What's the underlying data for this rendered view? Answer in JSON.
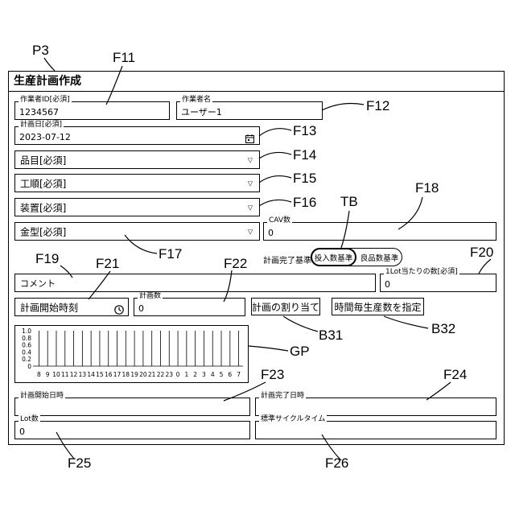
{
  "refs": {
    "p3": "P3",
    "f11": "F11",
    "f12": "F12",
    "f13": "F13",
    "f14": "F14",
    "f15": "F15",
    "f16": "F16",
    "f17": "F17",
    "f18": "F18",
    "tb": "TB",
    "f19": "F19",
    "f20": "F20",
    "f21": "F21",
    "f22": "F22",
    "b31": "B31",
    "b32": "B32",
    "gp": "GP",
    "f23": "F23",
    "f24": "F24",
    "f25": "F25",
    "f26": "F26"
  },
  "screen": {
    "title": "生産計画作成",
    "worker_id": {
      "label": "作業者ID[必須]",
      "value": "1234567"
    },
    "worker_name": {
      "label": "作業者名",
      "value": "ユーザー1"
    },
    "plan_date": {
      "label": "計画日[必須]",
      "value": "2023-07-12",
      "icon": "calendar-icon"
    },
    "item": {
      "placeholder": "品目[必須]"
    },
    "process": {
      "placeholder": "工順[必須]"
    },
    "equipment": {
      "placeholder": "装置[必須]"
    },
    "mold": {
      "placeholder": "金型[必須]"
    },
    "cav": {
      "label": "CAV数",
      "value": "0"
    },
    "completion_basis": {
      "label": "計画完了基準",
      "options": [
        "投入数基準",
        "良品数基準"
      ],
      "selected": "投入数基準"
    },
    "comment": {
      "placeholder": "コメント"
    },
    "per_lot": {
      "label": "1Lot当たりの数[必須]",
      "value": "0"
    },
    "start_time_button": {
      "label": "計画開始時刻",
      "icon": "clock-icon"
    },
    "plan_count": {
      "label": "計画数",
      "value": "0"
    },
    "assign_button": "計画の割り当て",
    "hourly_button": "時間毎生産数を指定",
    "plan_start_datetime": {
      "label": "計画開始日時",
      "value": ""
    },
    "plan_end_datetime": {
      "label": "計画完了日時",
      "value": ""
    },
    "lot_count": {
      "label": "Lot数",
      "value": "0"
    },
    "cycle_time": {
      "label": "標準サイクルタイム",
      "value": ""
    }
  },
  "chart_data": {
    "type": "bar",
    "categories": [
      "8",
      "9",
      "10",
      "11",
      "12",
      "13",
      "14",
      "15",
      "16",
      "17",
      "18",
      "19",
      "20",
      "21",
      "22",
      "23",
      "0",
      "1",
      "2",
      "3",
      "4",
      "5",
      "6",
      "7"
    ],
    "values": [
      0,
      0,
      0,
      0,
      0,
      0,
      0,
      0,
      0,
      0,
      0,
      0,
      0,
      0,
      0,
      0,
      0,
      0,
      0,
      0,
      0,
      0,
      0,
      0
    ],
    "yticks": [
      "0",
      "0.2",
      "0.4",
      "0.6",
      "0.8",
      "1.0"
    ],
    "ylim": [
      0,
      1.0
    ]
  }
}
